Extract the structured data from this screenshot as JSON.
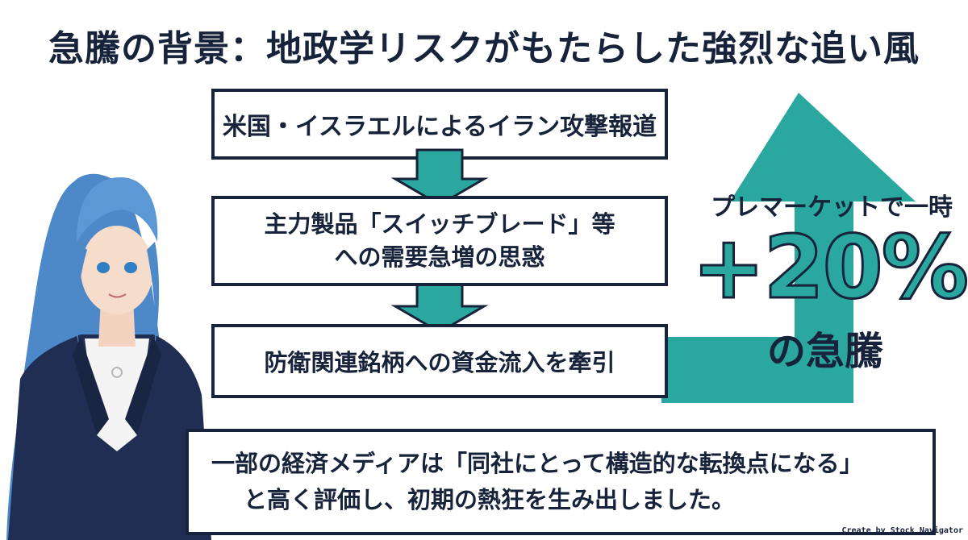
{
  "title": "急騰の背景：地政学リスクがもたらした強烈な追い風",
  "flow": {
    "step1": "米国・イスラエルによるイラン攻撃報道",
    "step2_line1": "主力製品「スイッチブレード」等",
    "step2_line2": "への需要急増の思惑",
    "step3": "防衛関連銘柄への資金流入を牽引"
  },
  "highlight": {
    "label": "プレマーケットで一時",
    "value": "+20%",
    "suffix": "の急騰"
  },
  "quote": {
    "line1": "一部の経済メディアは「同社にとって構造的な転換点になる」",
    "line2": "と高く評価し、初期の熱狂を生み出しました。"
  },
  "credit": "Create by Stock Navigator",
  "colors": {
    "navy": "#16233a",
    "teal": "#2aa89f"
  },
  "icons": [
    "down-arrow-icon",
    "up-trend-arrow-icon"
  ]
}
